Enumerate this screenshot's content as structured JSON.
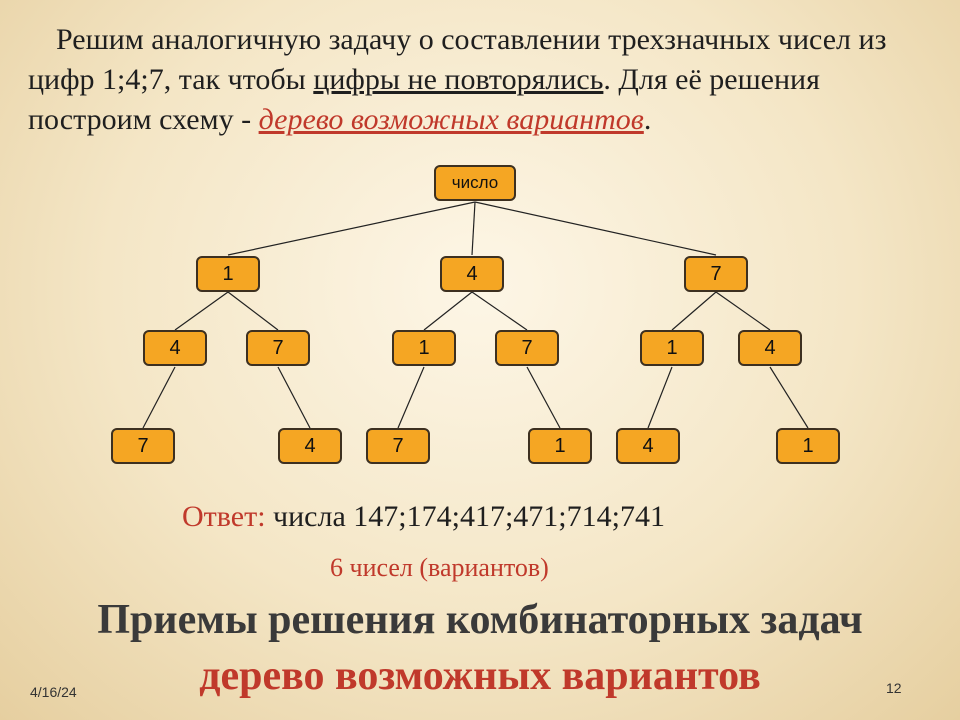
{
  "text": {
    "part1": "Решим аналогичную задачу о составлении трехзначных чисел из цифр 1;4;7, так чтобы ",
    "underlined": "цифры не повторялись",
    "part2": ". Для её решения построим схему - ",
    "red_link": "дерево возможных вариантов",
    "part3": "."
  },
  "tree": {
    "root": "число",
    "level1": [
      "1",
      "4",
      "7"
    ],
    "level2": [
      "4",
      "7",
      "1",
      "7",
      "1",
      "4"
    ],
    "level3": [
      "7",
      "4",
      "7",
      "1",
      "4",
      "1"
    ]
  },
  "answer": {
    "label": "Ответ:",
    "text": " числа 147;174;417;471;714;741"
  },
  "count_text": "6 чисел (вариантов)",
  "title_line1": "Приемы решения комбинаторных задач",
  "title_line2": "дерево возможных вариантов",
  "footer": {
    "date": "4/16/24",
    "page": "12"
  },
  "colors": {
    "node_fill": "#f5a623",
    "accent_red": "#c0392b"
  }
}
